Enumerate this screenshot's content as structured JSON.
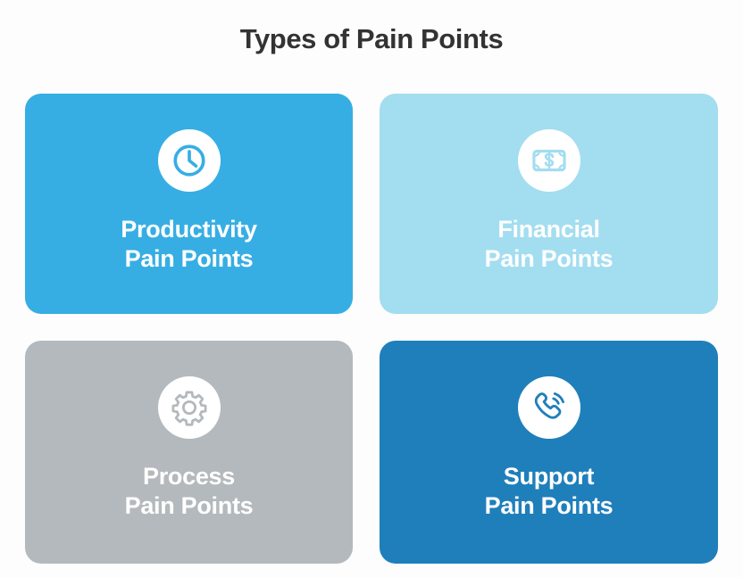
{
  "page": {
    "title": "Types of Pain Points",
    "title_color": "#333333",
    "background_color": "#fdfdfd"
  },
  "cards": [
    {
      "id": "productivity",
      "icon": "clock-icon",
      "line1": "Productivity",
      "line2": "Pain Points",
      "background_color": "#36AEE4",
      "icon_color": "#36AEE4",
      "badge_color": "#FFFFFF",
      "text_color": "#FFFFFF"
    },
    {
      "id": "financial",
      "icon": "banknote-dollar-icon",
      "line1": "Financial",
      "line2": "Pain Points",
      "background_color": "#A3DDF0",
      "icon_color": "#A3DDF0",
      "badge_color": "#FFFFFF",
      "text_color": "#FFFFFF"
    },
    {
      "id": "process",
      "icon": "gear-icon",
      "line1": "Process",
      "line2": "Pain Points",
      "background_color": "#B3B9BC",
      "icon_color": "#B3B9BC",
      "badge_color": "#FFFFFF",
      "text_color": "#FFFFFF"
    },
    {
      "id": "support",
      "icon": "phone-ringing-icon",
      "line1": "Support",
      "line2": "Pain Points",
      "background_color": "#1F7FBB",
      "icon_color": "#1F7FBB",
      "badge_color": "#FFFFFF",
      "text_color": "#FFFFFF"
    }
  ]
}
